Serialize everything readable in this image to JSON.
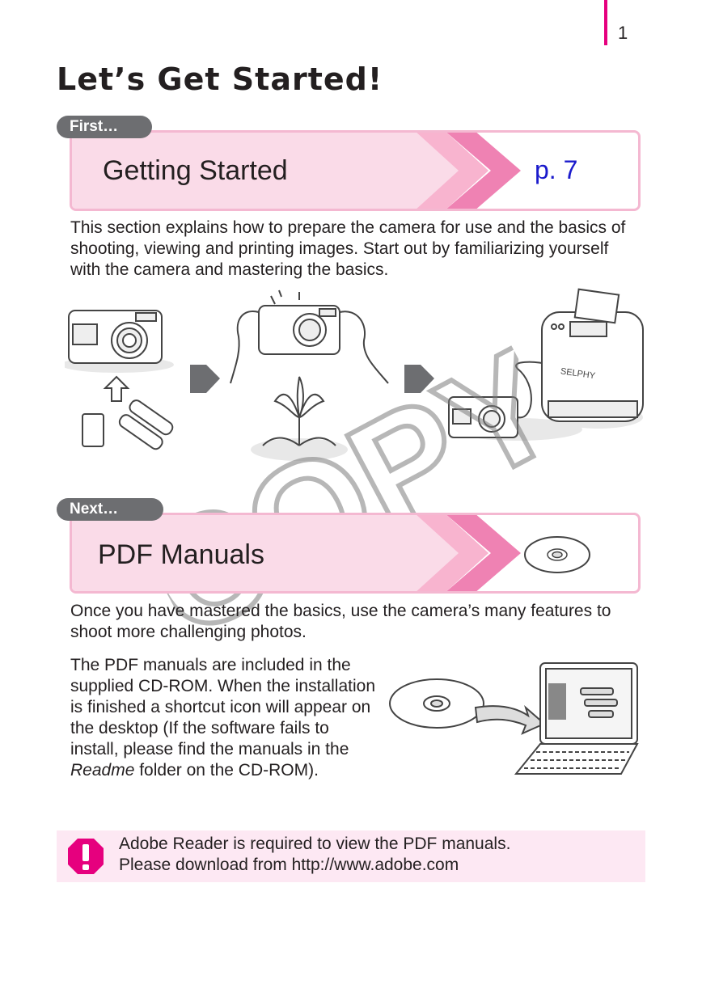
{
  "page_number": "1",
  "title": "Let’s Get Started!",
  "first": {
    "tab_label": "First…",
    "banner_title": "Getting Started",
    "page_ref": "p. 7",
    "description": "This section explains how to prepare the camera for use and the basics of shooting, viewing and printing images. Start out by familiarizing yourself with the camera and mastering the basics."
  },
  "illustration": {
    "printer_label": "SELPHY"
  },
  "watermark": "COPY",
  "next": {
    "tab_label": "Next…",
    "banner_title": "PDF Manuals",
    "intro": "Once you have mastered the basics, use the camera’s many features to shoot more challenging photos.",
    "body_before": "The PDF manuals are included in the supplied CD-ROM. When the installation is finished a shortcut icon will appear on the desktop (If the software fails to install, please find the manuals in the ",
    "body_folder": "Readme",
    "body_after": " folder on the CD-ROM)."
  },
  "notice": {
    "line1": "Adobe Reader is required to view the PDF manuals.",
    "line2": "Please download from http://www.adobe.com"
  },
  "colors": {
    "accent_pink": "#e6007e",
    "banner_pink": "#fadbe8",
    "tab_gray": "#6d6e71",
    "page_ref_blue": "#1a1acc"
  }
}
